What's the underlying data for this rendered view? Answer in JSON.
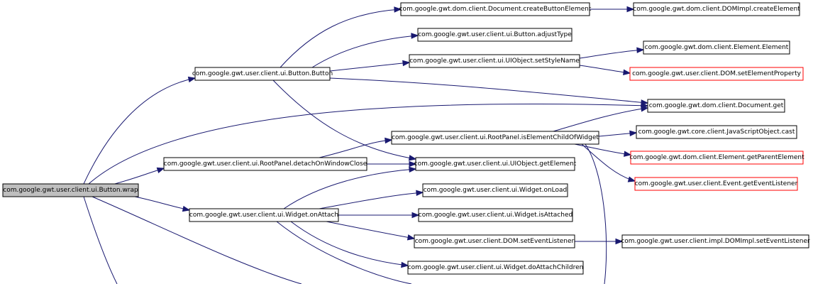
{
  "graph": {
    "nodes": {
      "wrap": "com.google.gwt.user.client.ui.Button.wrap",
      "button_ctor": "com.google.gwt.user.client.ui.Button.Button",
      "detach_on_close": "com.google.gwt.user.client.ui.RootPanel.detachOnWindowClose",
      "widget_onattach": "com.google.gwt.user.client.ui.Widget.onAttach",
      "create_button_el": "com.google.gwt.dom.client.Document.createButtonElement",
      "button_adjust": "com.google.gwt.user.client.ui.Button.adjustType",
      "set_style_name": "com.google.gwt.user.client.ui.UIObject.setStyleName",
      "is_el_child": "com.google.gwt.user.client.ui.RootPanel.isElementChildOfWidget",
      "get_element": "com.google.gwt.user.client.ui.UIObject.getElement",
      "widget_onload": "com.google.gwt.user.client.ui.Widget.onLoad",
      "widget_isattached": "com.google.gwt.user.client.ui.Widget.isAttached",
      "dom_set_listener": "com.google.gwt.user.client.DOM.setEventListener",
      "widget_doattach": "com.google.gwt.user.client.ui.Widget.doAttachChildren",
      "domimpl_create": "com.google.gwt.dom.client.DOMImpl.createElement",
      "element_element": "com.google.gwt.dom.client.Element.Element",
      "dom_set_prop": "com.google.gwt.user.client.DOM.setElementProperty",
      "document_get": "com.google.gwt.dom.client.Document.get",
      "jso_cast": "com.google.gwt.core.client.JavaScriptObject.cast",
      "get_parent_el": "com.google.gwt.dom.client.Element.getParentElement",
      "get_listener": "com.google.gwt.user.client.Event.getEventListener",
      "impl_set_listener": "com.google.gwt.user.client.impl.DOMImpl.setEventListener"
    },
    "colors": {
      "edge": "#191970",
      "root_fill": "#bfbfbf",
      "truncated_border": "#ff0000"
    }
  }
}
